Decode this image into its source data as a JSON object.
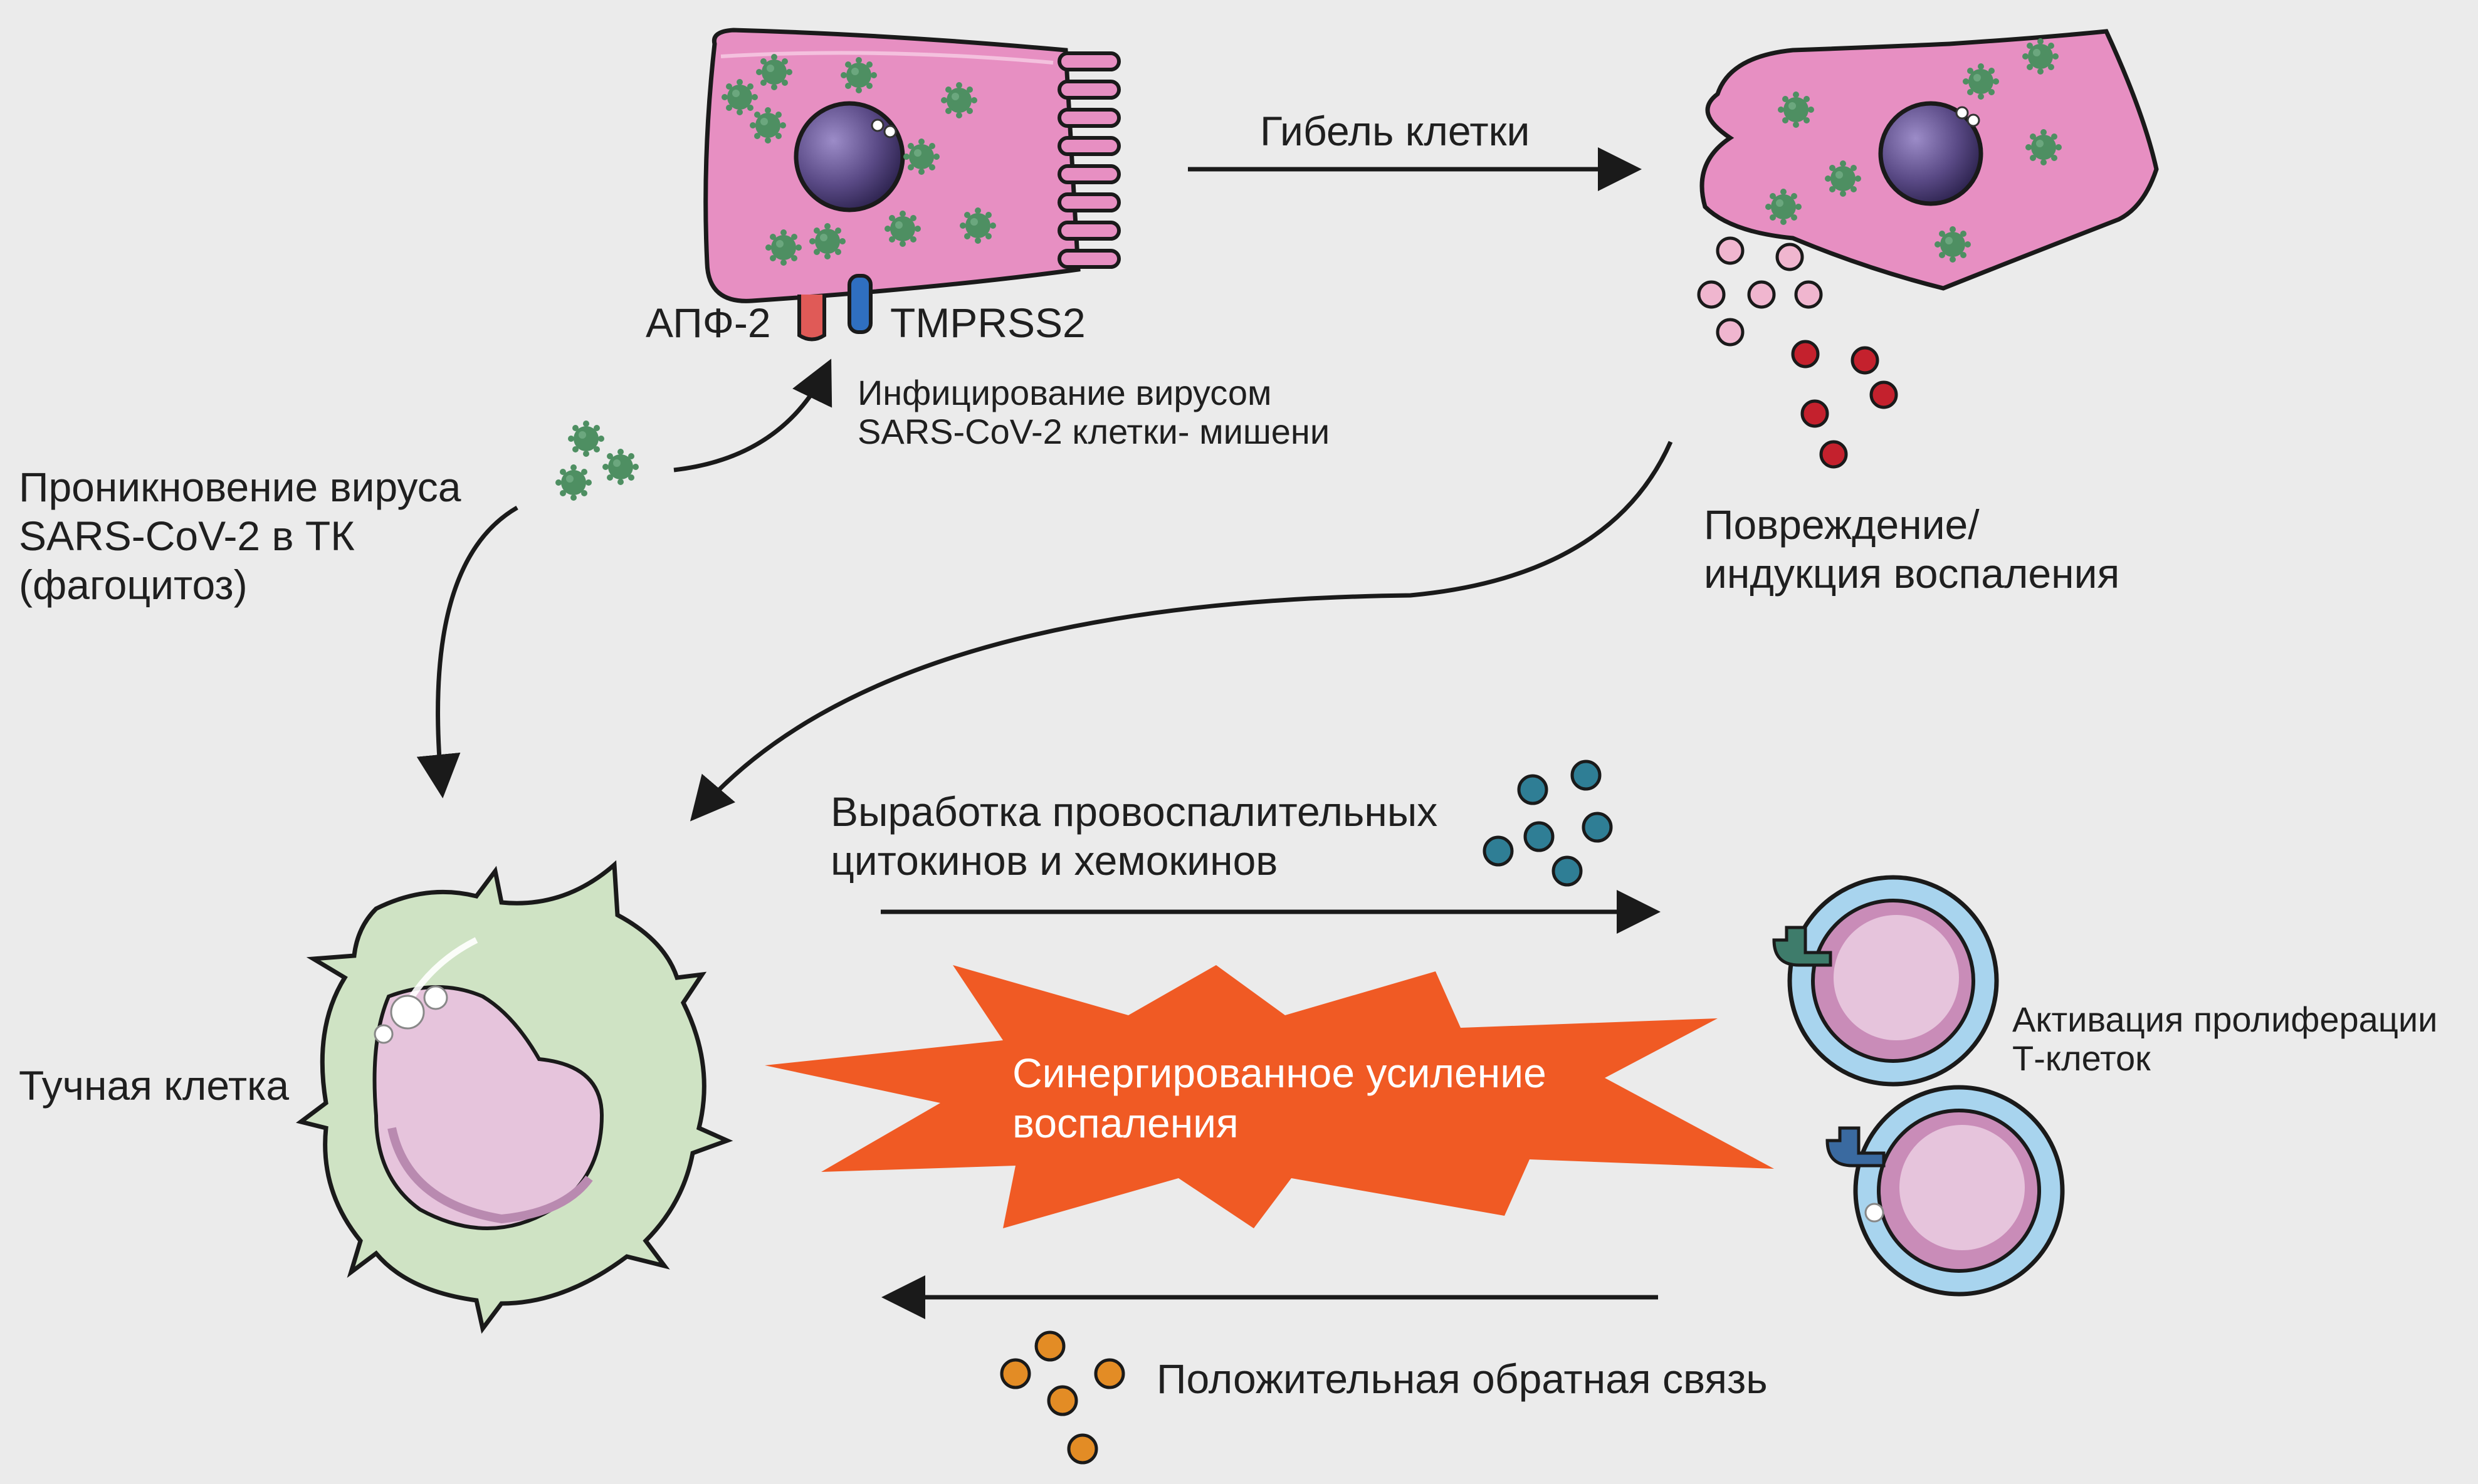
{
  "labels": {
    "ace2": "АПФ-2",
    "tmprss2": "TMPRSS2",
    "cell_death": "Гибель клетки",
    "infection_line1": "Инфицирование вирусом",
    "infection_line2": "SARS-CoV-2 клетки- мишени",
    "entry_line1": "Проникновение вируса",
    "entry_line2": "SARS-CoV-2 в ТК",
    "entry_line3": "(фагоцитоз)",
    "damage_line1": "Повреждение/",
    "damage_line2": "индукция воспаления",
    "cytokines_line1": "Выработка провоспалительных",
    "cytokines_line2": "цитокинов и хемокинов",
    "mast_cell": "Тучная клетка",
    "synergy_line1": "Синергированное усиление",
    "synergy_line2": "воспаления",
    "tcell_line1": "Активация пролиферации",
    "tcell_line2": "Т-клеток",
    "feedback": "Положительная обратная связь"
  },
  "colors": {
    "background": "#ebebeb",
    "epithelial_cell": "#e78fc2",
    "nucleus": "#5a4a86",
    "virus": "#4e8f62",
    "damage_pink": "#f0b6cf",
    "damage_red": "#c4212d",
    "cytokine_teal": "#2f7e95",
    "feedback_orange": "#e38c25",
    "mast_cell": "#cfe3c4",
    "burst": "#f05a24",
    "tcell_outer": "#a8d4ee",
    "tcell_inner": "#c98cb8",
    "ace2": "#e05a57",
    "tmprss2": "#2f6fc0"
  },
  "icons": [
    "virus-icon",
    "nucleus-icon",
    "receptor-icon",
    "arrow-icon",
    "burst-icon"
  ]
}
